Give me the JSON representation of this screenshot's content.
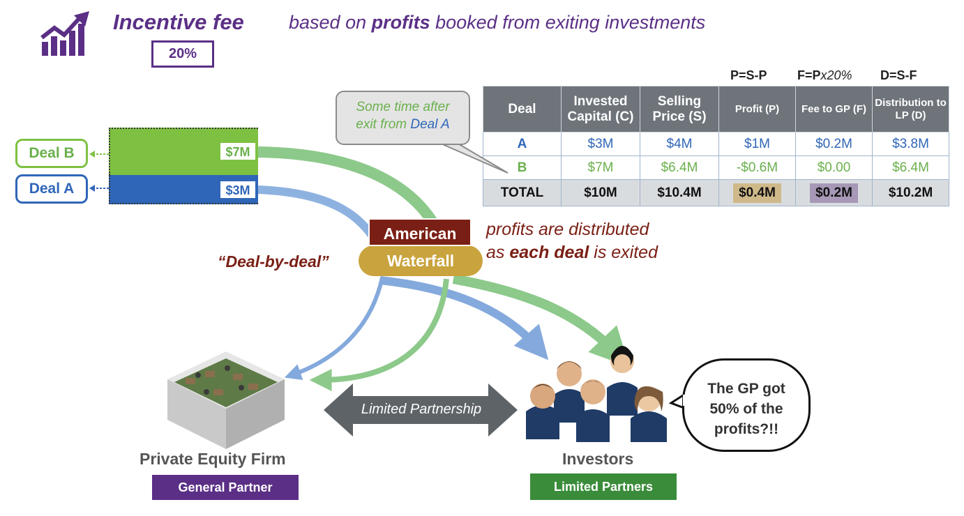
{
  "header": {
    "title": "Incentive fee",
    "subtitle_pre": "based on ",
    "subtitle_bold": "profits",
    "subtitle_post": " booked from exiting investments",
    "fee_rate": "20%",
    "icon": "rising-chart-icon"
  },
  "formulas": {
    "profit": "P=S-P",
    "fee_prefix": "F=P",
    "fee_suffix": "x20%",
    "distribution": "D=S-F"
  },
  "table": {
    "headers": [
      "Deal",
      "Invested Capital (C)",
      "Selling Price (S)",
      "Profit (P)",
      "Fee to GP (F)",
      "Distribution to LP (D)"
    ],
    "row_a": [
      "A",
      "$3M",
      "$4M",
      "$1M",
      "$0.2M",
      "$3.8M"
    ],
    "row_b": [
      "B",
      "$7M",
      "$6.4M",
      "-$0.6M",
      "$0.00",
      "$6.4M"
    ],
    "total": [
      "TOTAL",
      "$10M",
      "$10.4M",
      "$0.4M",
      "$0.2M",
      "$10.2M"
    ]
  },
  "callout": {
    "line1": "Some time after",
    "line2_pre": "exit from ",
    "line2_deal": "Deal A"
  },
  "deals": {
    "b_label": "Deal B",
    "b_amount": "$7M",
    "a_label": "Deal A",
    "a_amount": "$3M"
  },
  "waterfall": {
    "top": "American",
    "bottom": "Waterfall",
    "type_label": "“Deal-by-deal”",
    "note_line1": "profits are distributed",
    "note_line2_pre": "as ",
    "note_line2_bold": "each deal",
    "note_line2_post": " is exited"
  },
  "partnership": {
    "label": "Limited Partnership"
  },
  "speech": {
    "line1": "The GP got",
    "line2": "50% of the",
    "line3": "profits?!!"
  },
  "parties": {
    "firm_label": "Private Equity Firm",
    "firm_role": "General Partner",
    "investors_label": "Investors",
    "investors_role": "Limited Partners",
    "firm_icon": "office-icon",
    "investors_icon": "investors-group-icon"
  },
  "colors": {
    "purple": "#5b2f86",
    "deal_a_blue": "#2f66b8",
    "deal_b_green": "#7ec142",
    "american_red": "#7a1f15",
    "waterfall_gold": "#c9a33d"
  }
}
